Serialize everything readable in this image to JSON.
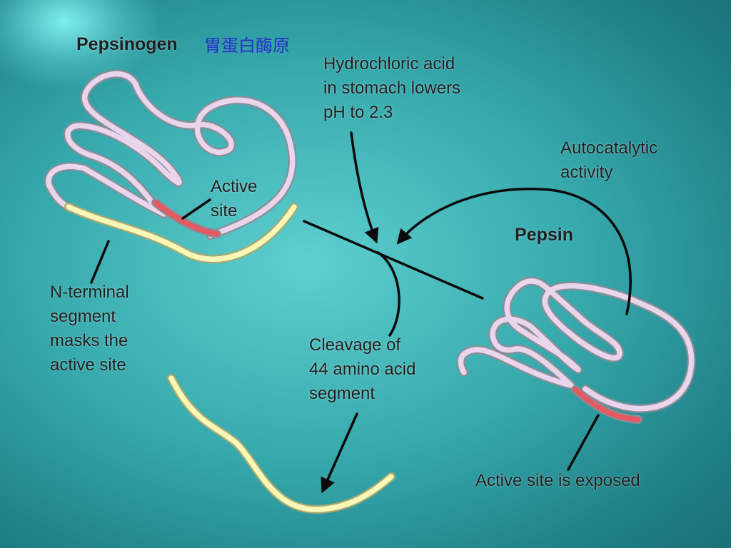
{
  "diagram": {
    "pepsinogen_title": "Pepsinogen",
    "pepsinogen_title_cn": "胃蛋白酶原",
    "hcl_note": [
      "Hydrochloric acid",
      "in stomach lowers",
      "pH to 2.3"
    ],
    "autocatalytic_note": [
      "Autocatalytic",
      "activity"
    ],
    "pepsin_title": "Pepsin",
    "active_site_label": [
      "Active",
      "site"
    ],
    "n_terminal_note": [
      "N-terminal",
      "segment",
      "masks the",
      "active site"
    ],
    "cleavage_note": [
      "Cleavage of",
      "44 amino acid",
      "segment"
    ],
    "exposed_note": "Active site is exposed"
  },
  "colors": {
    "protein_chain": "#ead6ec",
    "protein_outline": "#8c8c96",
    "active_site": "#e45a62",
    "n_terminal_segment": "#f8f7b8",
    "arrow": "#0a0a0a",
    "cn_title": "#2a2ec8"
  }
}
